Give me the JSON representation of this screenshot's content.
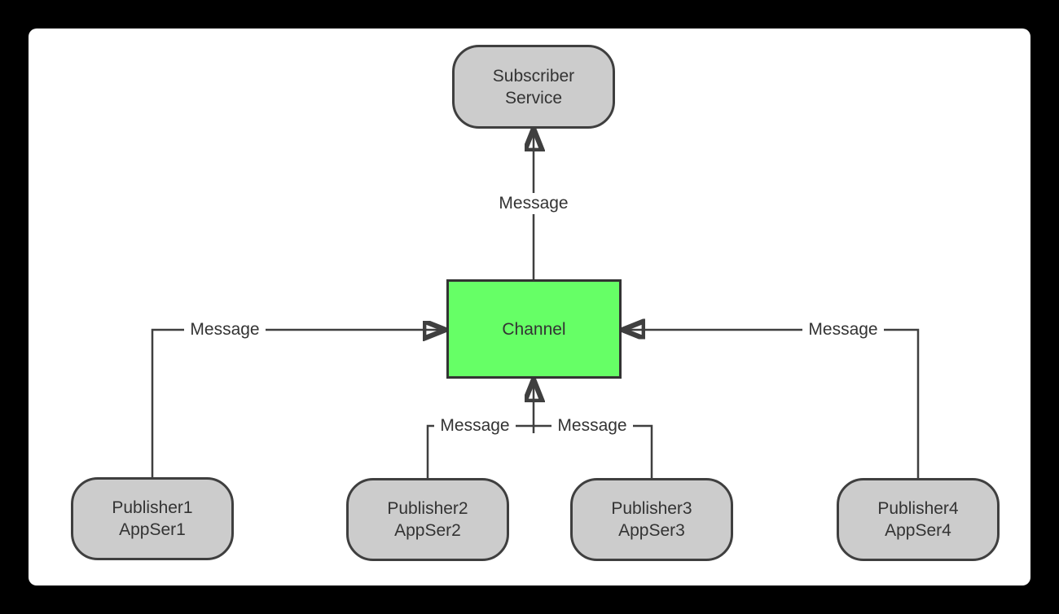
{
  "diagram": {
    "type": "publish-subscribe-message-channel",
    "frame_color": "#000000",
    "canvas_background": "#ffffff",
    "colors": {
      "publisher_subscriber_fill": "#cccccc",
      "channel_fill": "#66ff66",
      "border_and_edge": "#3f3f3f",
      "text": "#333333"
    },
    "nodes": {
      "subscriber": {
        "line1": "Subscriber",
        "line2": "Service",
        "shape": "rounded"
      },
      "channel": {
        "label": "Channel",
        "shape": "rectangle"
      },
      "publishers": [
        {
          "line1": "Publisher1",
          "line2": "AppSer1",
          "shape": "rounded"
        },
        {
          "line1": "Publisher2",
          "line2": "AppSer2",
          "shape": "rounded"
        },
        {
          "line1": "Publisher3",
          "line2": "AppSer3",
          "shape": "rounded"
        },
        {
          "line1": "Publisher4",
          "line2": "AppSer4",
          "shape": "rounded"
        }
      ]
    },
    "edges": [
      {
        "from": "Channel",
        "to": "Subscriber Service",
        "label": "Message"
      },
      {
        "from": "Publisher1 AppSer1",
        "to": "Channel",
        "label": "Message"
      },
      {
        "from": "Publisher2 AppSer2",
        "to": "Channel",
        "label": "Message"
      },
      {
        "from": "Publisher3 AppSer3",
        "to": "Channel",
        "label": "Message"
      },
      {
        "from": "Publisher4 AppSer4",
        "to": "Channel",
        "label": "Message"
      }
    ]
  }
}
